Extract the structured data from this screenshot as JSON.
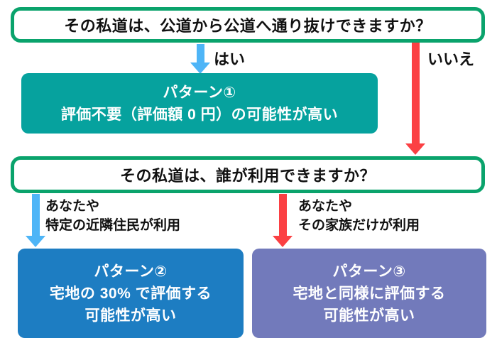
{
  "colors": {
    "green_border": "#0aa36c",
    "teal": "#06a29e",
    "blue": "#1d7dc2",
    "purple": "#727abb",
    "arrow_blue": "#4eb5f7",
    "arrow_red": "#fb4043",
    "text_dark": "#111111",
    "text_light": "#ffffff"
  },
  "flowchart": {
    "question1": "その私道は、公道から公道へ通り抜けできますか？",
    "q1_yes_label": "はい",
    "q1_no_label": "いいえ",
    "pattern1": {
      "title": "パターン①",
      "body": "評価不要（評価額 0 円）の可能性が高い"
    },
    "question2": "その私道は、誰が利用できますか？",
    "q2_left_label": {
      "line1": "あなたや",
      "line2": "特定の近隣住民が利用"
    },
    "q2_right_label": {
      "line1": "あなたや",
      "line2": "その家族だけが利用"
    },
    "pattern2": {
      "title": "パターン②",
      "line1": "宅地の 30% で評価する",
      "line2": "可能性が高い"
    },
    "pattern3": {
      "title": "パターン③",
      "line1": "宅地と同様に評価する",
      "line2": "可能性が高い"
    }
  }
}
